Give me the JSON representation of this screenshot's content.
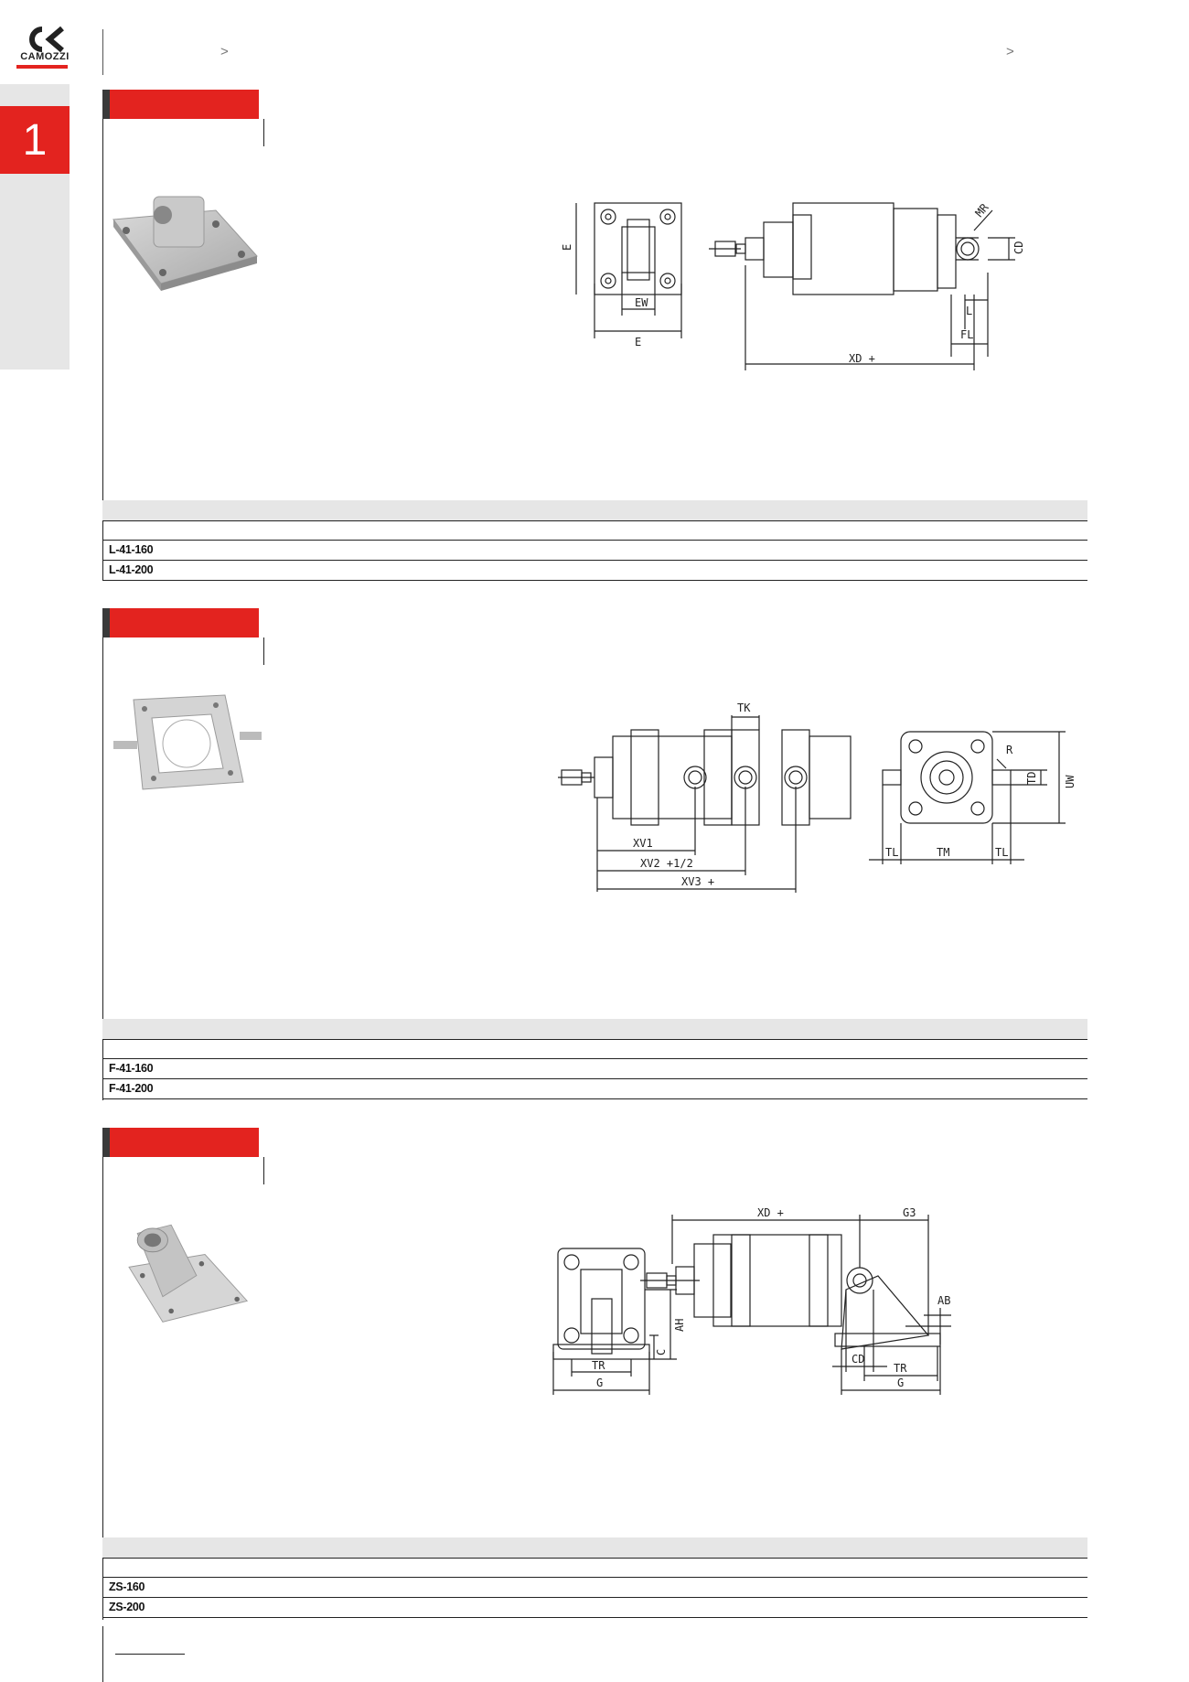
{
  "header": {
    "brand": "CAMOZZI",
    "crumb_left": ">",
    "crumb_right": ">"
  },
  "sidebar": {
    "section_number": "1"
  },
  "sections": [
    {
      "drawing_labels": {
        "E_vertical": "E",
        "E": "E",
        "EW": "EW",
        "MR": "MR",
        "CD": "CD",
        "L": "L",
        "FL": "FL",
        "XD": "XD +"
      },
      "rows": [
        "L-41-160",
        "L-41-200"
      ]
    },
    {
      "drawing_labels": {
        "TK": "TK",
        "R": "R",
        "TD": "TD",
        "UW": "UW",
        "XV1": "XV1",
        "XV2": "XV2 +1/2",
        "XV3": "XV3 +",
        "TL_left": "TL",
        "TM": "TM",
        "TL_right": "TL"
      },
      "rows": [
        "F-41-160",
        "F-41-200"
      ]
    },
    {
      "drawing_labels": {
        "XD": "XD +",
        "G3": "G3",
        "AB": "AB",
        "AH": "AH",
        "C": "C",
        "TR_left": "TR",
        "G_left": "G",
        "CD": "CD",
        "TR_right": "TR",
        "G_right": "G"
      },
      "rows": [
        "ZS-160",
        "ZS-200"
      ]
    }
  ]
}
